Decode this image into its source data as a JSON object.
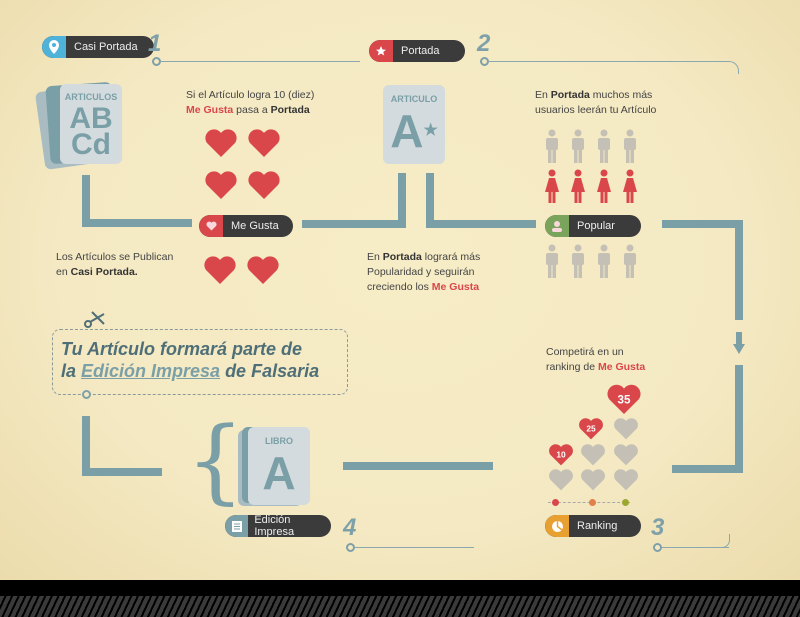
{
  "colors": {
    "background": "#f4e9c3",
    "accent_teal": "#7a9fa6",
    "heart_red": "#d9474b",
    "pill_dark": "#3b3b3b",
    "gray": "#c4c0b5",
    "blue_pin": "#4fb3d9",
    "green": "#7aa35b",
    "orange": "#e8a030"
  },
  "steps": [
    {
      "number": "1",
      "label": "Casi Portada",
      "icon": "map-pin-icon"
    },
    {
      "number": "2",
      "label": "Portada",
      "icon": "star-icon"
    },
    {
      "number": "3",
      "label": "Ranking",
      "icon": "pie-chart-icon"
    },
    {
      "number": "4",
      "label": "Edición Impresa",
      "icon": "document-icon"
    }
  ],
  "pills": {
    "me_gusta": "Me Gusta",
    "popular": "Popular"
  },
  "cards": {
    "articulos": {
      "title": "ARTICULOS",
      "line1": "AB",
      "line2": "Cd"
    },
    "articulo": {
      "title": "ARTICULO",
      "big": "A",
      "star": "★"
    },
    "libro": {
      "title": "LIBRO",
      "big": "A"
    }
  },
  "texts": {
    "logra_a": "Si el Artículo logra 10 (diez)",
    "logra_red": "Me Gusta",
    "logra_b": " pasa a ",
    "logra_bold": "Portada",
    "publican_a": "Los Artículos se Publican",
    "publican_b": "en ",
    "publican_bold": "Casi Portada.",
    "portada_muchos_a": "En ",
    "portada_muchos_bold": "Portada",
    "portada_muchos_b": " muchos más",
    "portada_muchos_c": "usuarios leerán tu Artículo",
    "portada_lograra_a": "En ",
    "portada_lograra_bold": "Portada",
    "portada_lograra_b": " logrará más",
    "portada_lograra_c": "Popularidad y seguirán",
    "portada_lograra_d": "creciendo los ",
    "portada_lograra_red": "Me Gusta",
    "competira_a": "Competirá en un",
    "competira_b": "ranking de ",
    "competira_red": "Me Gusta"
  },
  "headline": {
    "line1": "Tu Artículo formará parte de",
    "line2_a": "la ",
    "line2_link": "Edición Impresa",
    "line2_b": " de Falsaria"
  },
  "ranking": {
    "values": [
      "10",
      "25",
      "35"
    ]
  }
}
